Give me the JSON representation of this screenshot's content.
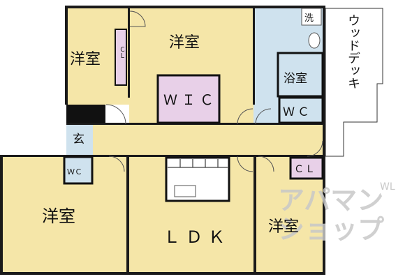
{
  "colors": {
    "room_fill": "#f5e6a8",
    "wet_area_fill": "#cfe2ee",
    "closet_fill": "#e8d0e8",
    "wall": "#1a1a1a",
    "deck_fill": "#ffffff",
    "watermark": "#c8c8c8"
  },
  "rooms": {
    "western_room_top_left": "洋室",
    "western_room_top_center": "洋室",
    "western_room_bottom_left": "洋室",
    "western_room_bottom_right": "洋室",
    "ldk": "ＬＤＫ",
    "wic": "ＷＩＣ",
    "bath": "浴室",
    "wc_top": "ＷＣ",
    "wc_left": "ＷＣ",
    "closet_bottom_right": "ＣＬ",
    "closet_top_left": "ＣＬ",
    "entrance": "玄",
    "laundry": "洗",
    "wood_deck": "ウッドデッキ"
  },
  "watermark": {
    "line1": "アパマン",
    "line2": "ショップ",
    "corner": "WL"
  }
}
